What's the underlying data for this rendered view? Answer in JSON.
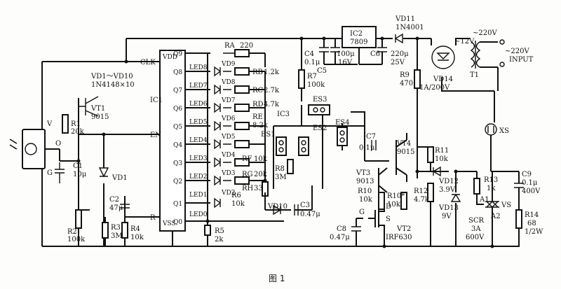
{
  "figure_caption": "图 1",
  "ic1": {
    "name": "IC1",
    "pins": {
      "vdd": "VDD",
      "clk": "CLK",
      "en": "EN",
      "r": "R",
      "vss": "VSS",
      "q9": "Q9",
      "q8": "Q8",
      "q7": "Q7",
      "q6": "Q6",
      "q5": "Q5",
      "q4": "Q4",
      "q3": "Q3",
      "q2": "Q2",
      "q1": "Q1",
      "q0": "Q0"
    }
  },
  "diode_bank": {
    "label": "VD1～VD10",
    "part": "1N4148×10"
  },
  "vt1": {
    "name": "VT1",
    "part": "9015"
  },
  "r1": {
    "name": "R1",
    "value": "20k"
  },
  "c1": {
    "name": "C1",
    "value": "10μ"
  },
  "r2": {
    "name": "R2",
    "value": "100k"
  },
  "vd1": {
    "name": "VD1"
  },
  "c2": {
    "name": "C2",
    "value": "47μ"
  },
  "r3": {
    "name": "R3",
    "value": "3M"
  },
  "r4": {
    "name": "R4",
    "value": "10k"
  },
  "sensor": {
    "top": "V",
    "left": "O",
    "bottom": "G"
  },
  "leds": [
    "LED8",
    "LED7",
    "LED6",
    "LED5",
    "LED4",
    "LED3",
    "LED2",
    "LED1",
    "LED0"
  ],
  "vd_list": [
    "VD9",
    "VD8",
    "VD7",
    "VD6",
    "VD5",
    "VD4",
    "VD3",
    "VD2"
  ],
  "ra": {
    "name": "RA",
    "value": "220"
  },
  "rb": {
    "name": "RB",
    "value": "1.2k"
  },
  "rc": {
    "name": "RC",
    "value": "2.7k"
  },
  "rd": {
    "name": "RD",
    "value": "4.7k"
  },
  "re": {
    "name": "RE",
    "value": "8.2k"
  },
  "rf": {
    "name": "RF",
    "value": "10k"
  },
  "rg": {
    "name": "RG",
    "value": "20k"
  },
  "rh": {
    "name": "RH",
    "value": "33k"
  },
  "r5": {
    "name": "R5",
    "value": "2k"
  },
  "r6": {
    "name": "R6",
    "value": "10k"
  },
  "ic3": {
    "name": "IC3"
  },
  "es": [
    "ES1",
    "ES2",
    "ES3",
    "ES4"
  ],
  "r8": {
    "name": "R8",
    "value": "3M"
  },
  "vd10": {
    "name": "VD10"
  },
  "c3": {
    "name": "C3",
    "value": "0.47μ"
  },
  "ic2": {
    "name": "IC2",
    "part": "7809"
  },
  "c4": {
    "name": "C4",
    "value": "0.1μ"
  },
  "c5": {
    "name": "C5",
    "value": "100μ",
    "voltage": "16V"
  },
  "c6": {
    "name": "C6",
    "value": "220μ",
    "voltage": "25V"
  },
  "r7": {
    "name": "R7",
    "value": "100k"
  },
  "vd11": {
    "name": "VD11",
    "part": "1N4001"
  },
  "r9": {
    "name": "R9",
    "value": "470"
  },
  "vd14": {
    "name": "VD14",
    "part": "1A/200V"
  },
  "t1": {
    "name": "T1",
    "secondary": "~12V",
    "primary": "~220V"
  },
  "input": {
    "value": "~220V",
    "label": "INPUT"
  },
  "c7": {
    "name": "C7",
    "value": "0.1μ"
  },
  "vt4": {
    "name": "VT4",
    "part": "9015"
  },
  "vt3": {
    "name": "VT3",
    "part": "9013"
  },
  "r10": {
    "name": "R10",
    "value": "10k"
  },
  "r10b": {
    "name": "R10*",
    "value": "10k"
  },
  "r11": {
    "name": "R11",
    "value": "10k"
  },
  "r12": {
    "name": "R12",
    "value": "4.7k"
  },
  "vd12": {
    "name": "VD12",
    "value": "3.9V"
  },
  "vd13": {
    "name": "VD13",
    "value": "9V"
  },
  "c8": {
    "name": "C8",
    "value": "0.47μ"
  },
  "vt2": {
    "name": "VT2",
    "part": "IRF630",
    "g": "G",
    "d": "D",
    "s": "S"
  },
  "r13": {
    "name": "R13",
    "value": "1k"
  },
  "xs": {
    "name": "XS"
  },
  "scr": {
    "name": "SCR",
    "current": "3A",
    "voltage": "600V",
    "a1": "A1",
    "a2": "A2",
    "vs": "VS"
  },
  "c9": {
    "name": "C9",
    "value": "0.1μ",
    "voltage": "400V"
  },
  "r14": {
    "name": "R14",
    "value": "68",
    "power": "1/2W"
  }
}
